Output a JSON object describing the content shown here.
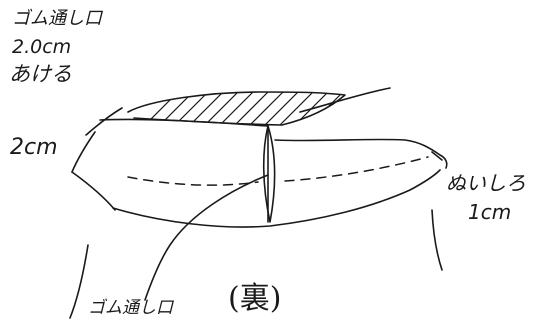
{
  "labels": {
    "elastic_opening_top": "ゴム通し口",
    "elastic_opening_width": "2.0cm",
    "leave_open": "あける",
    "band_width": "2cm",
    "seam_allowance": "ぬいしろ",
    "seam_allowance_value": "1cm",
    "elastic_opening_bottom": "ゴム通し口",
    "wrong_side": "(裏)"
  },
  "colors": {
    "ink": "#1a1a1a",
    "paper": "#ffffff"
  }
}
